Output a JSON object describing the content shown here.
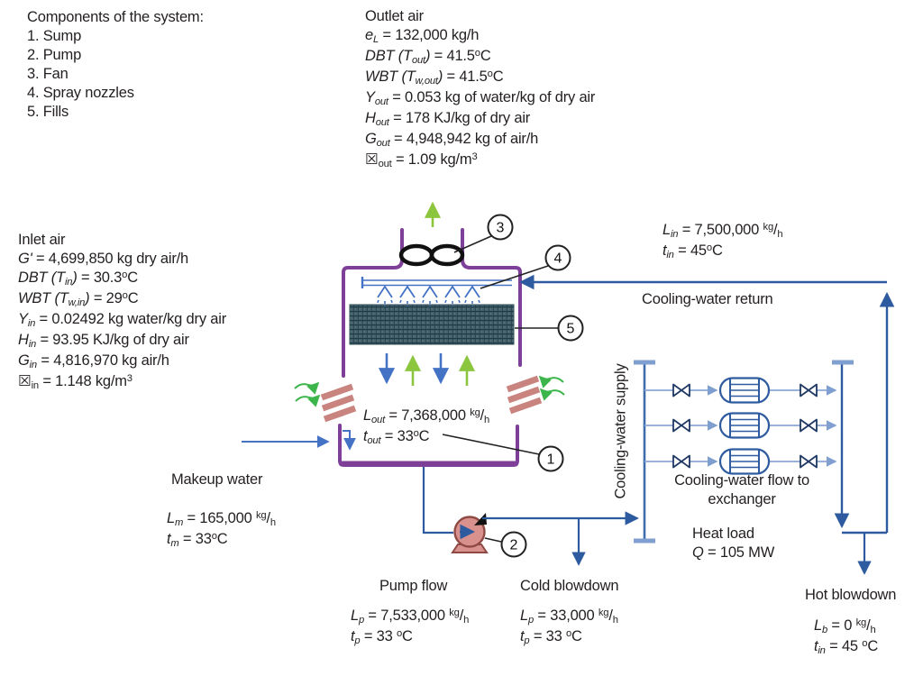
{
  "components": {
    "title": "Components of the system:",
    "items": [
      "1. Sump",
      "2. Pump",
      "3. Fan",
      "4. Spray nozzles",
      "5. Fills"
    ]
  },
  "outlet_air": {
    "title": "Outlet air",
    "lines": [
      "*e_{L}* = 132,000 kg/h",
      "*DBT (T_{out})* = 41.5^{o}C",
      "*WBT (T_{w,out})* = 41.5^{o}C",
      "*Y_{out}* = 0.053 kg of water/kg of dry air",
      "*H_{out}* = 178 KJ/kg of dry air",
      "*G_{out}* = 4,948,942 kg of air/h",
      "☒_{out} = 1.09 kg/m^{3}"
    ]
  },
  "inlet_air": {
    "title": "Inlet air",
    "lines": [
      "*G'* = 4,699,850 kg dry air/h",
      "*DBT (T_{in})* = 30.3^{o}C",
      "*WBT (T_{w,in})* = 29^{o}C",
      "*Y_{in}* = 0.02492 kg water/kg dry air",
      "*H_{in}* = 93.95 KJ/kg of dry air",
      "*G_{in}* = 4,816,970 kg air/h",
      "☒_{in} = 1.148 kg/m^{3}"
    ]
  },
  "cooling_water_in": {
    "lines": [
      "*L_{in}* = 7,500,000 ^{kg}/_{h}",
      "*t_{in}* = 45^{o}C"
    ]
  },
  "tower_outlet": {
    "lines": [
      "*L_{out}* = 7,368,000 ^{kg}/_{h}",
      "*t_{out}* = 33^{o}C"
    ]
  },
  "makeup": {
    "label": "Makeup water",
    "lines": [
      "*L_{m}* = 165,000 ^{kg}/_{h}",
      "*t_{m}* = 33^{o}C"
    ]
  },
  "pump_flow": {
    "label": "Pump flow",
    "lines": [
      "*L_{p}* = 7,533,000 ^{kg}/_{h}",
      "*t_{p}* = 33 ^{o}C"
    ]
  },
  "cold_blowdown": {
    "label": "Cold blowdown",
    "lines": [
      "*L_{p}* = 33,000 ^{kg}/_{h}",
      "*t_{p}* = 33 ^{o}C"
    ]
  },
  "hot_blowdown": {
    "label": "Hot blowdown",
    "lines": [
      "*L_{b}* = 0 ^{kg}/_{h}",
      "*t_{in}* = 45 ^{o}C"
    ]
  },
  "labels": {
    "cooling_water_return": "Cooling-water return",
    "cooling_water_supply": "Cooling-water supply",
    "exchanger_flow_1": "Cooling-water flow to",
    "exchanger_flow_2": "exchanger",
    "heat_load": "Heat load",
    "heat_load_value": "*Q* = 105 MW"
  },
  "callouts": {
    "sump": "1",
    "pump": "2",
    "fan": "3",
    "spray": "4",
    "fills": "5"
  },
  "colors": {
    "tower_purple": "#7d3f98",
    "pipe_dark_blue": "#2e5b9f",
    "pipe_mid_blue": "#4472c4",
    "pipe_light_blue": "#8aa7d6",
    "valve_navy": "#1f3864",
    "air_green": "#8cc63e",
    "inlet_green": "#3cb54a",
    "louver_rose": "#c9847f",
    "pump_rose": "#d9918d",
    "fill_teal": "#466b76",
    "text": "#231f20"
  }
}
